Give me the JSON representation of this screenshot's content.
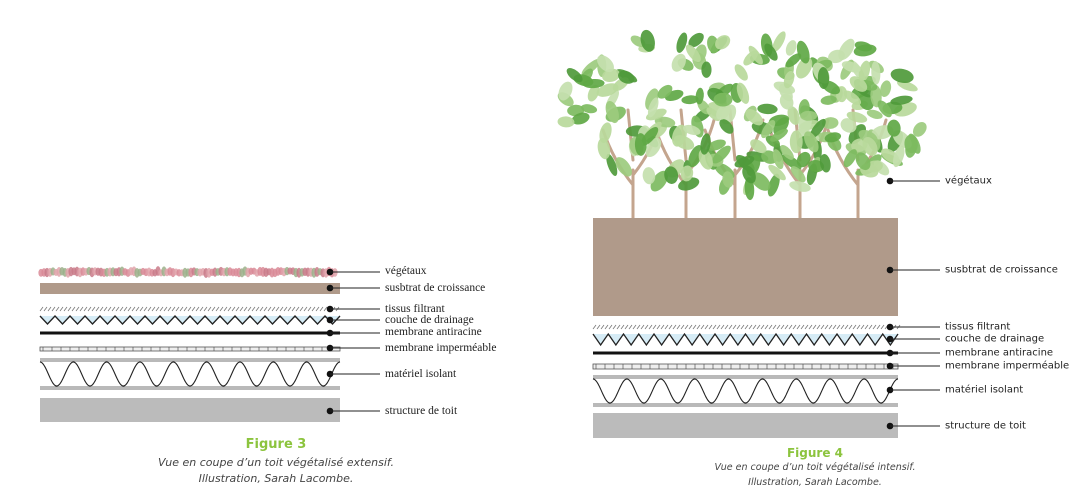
{
  "figure3": {
    "title": "Figure 3",
    "caption_line1": "Vue en coupe d’un toit végétalisé extensif.",
    "caption_line2": "Illustration, Sarah Lacombe.",
    "layers": [
      "végétaux",
      "susbtrat de croissance",
      "tissus filtrant",
      "couche de drainage",
      "membrane antiracine",
      "membrane imperméable",
      "matériel isolant",
      "structure de toit"
    ]
  },
  "figure4": {
    "title": "Figure 4",
    "caption_line1": "Vue en coupe d’un toit végétalisé intensif.",
    "caption_line2": "Illustration, Sarah Lacombe.",
    "layers": [
      "végétaux",
      "susbtrat de croissance",
      "tissus filtrant",
      "couche de drainage",
      "membrane antiracine",
      "membrane imperméable",
      "matériel isolant",
      "structure de toit"
    ]
  },
  "colors": {
    "substrate": "#b09a8a",
    "structure": "#bbbbbb",
    "figure_title": "#8cc43e",
    "drainage": "#d6ecf6",
    "leaf_dark": "#5fa845",
    "leaf_light": "#b9d99b",
    "trunk": "#c4a58e"
  }
}
